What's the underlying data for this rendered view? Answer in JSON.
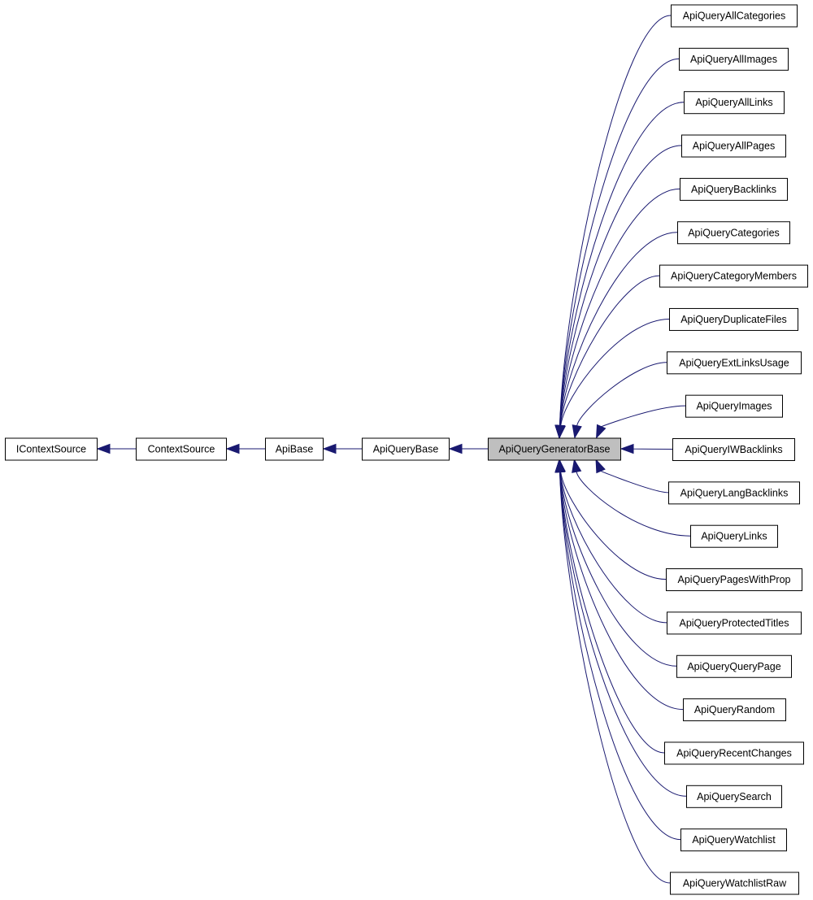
{
  "diagram": {
    "focus_class": "ApiQueryGeneratorBase",
    "ancestors": [
      "IContextSource",
      "ContextSource",
      "ApiBase",
      "ApiQueryBase"
    ],
    "children": [
      "ApiQueryAllCategories",
      "ApiQueryAllImages",
      "ApiQueryAllLinks",
      "ApiQueryAllPages",
      "ApiQueryBacklinks",
      "ApiQueryCategories",
      "ApiQueryCategoryMembers",
      "ApiQueryDuplicateFiles",
      "ApiQueryExtLinksUsage",
      "ApiQueryImages",
      "ApiQueryIWBacklinks",
      "ApiQueryLangBacklinks",
      "ApiQueryLinks",
      "ApiQueryPagesWithProp",
      "ApiQueryProtectedTitles",
      "ApiQueryQueryPage",
      "ApiQueryRandom",
      "ApiQueryRecentChanges",
      "ApiQuerySearch",
      "ApiQueryWatchlist",
      "ApiQueryWatchlistRaw"
    ],
    "colors": {
      "edge": "#191970",
      "focus_fill": "#bfbfbf",
      "node_fill": "#ffffff",
      "node_border": "#000000"
    }
  }
}
